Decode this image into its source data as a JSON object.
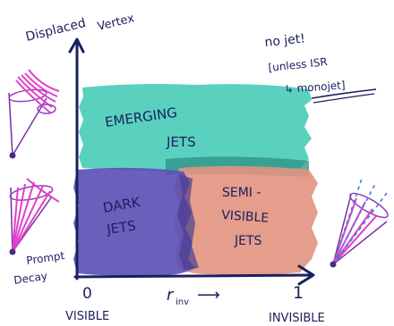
{
  "axes": {
    "y_label_line1": "Displaced",
    "y_label_line2": "Vertex",
    "y_bottom_line1": "Prompt",
    "y_bottom_line2": "Decay",
    "x_label": "r",
    "x_label_sub": "inv",
    "x_arrow": "⟶",
    "x_zero": "0",
    "x_one": "1",
    "x_left": "VISIBLE",
    "x_right": "INVISIBLE"
  },
  "regions": {
    "emerging_line1": "EMERGING",
    "emerging_line2": "JETS",
    "dark_line1": "DARK",
    "dark_line2": "JETS",
    "semi_line1": "SEMI -",
    "semi_line2": "VISIBLE",
    "semi_line3": "JETS"
  },
  "note": {
    "line1": "no jet!",
    "line2": "[unless ISR",
    "line3": "↳ monojet]"
  },
  "colors": {
    "emerging": "#3dc9b4",
    "dark": "#5a4fb5",
    "semi": "#e29280",
    "ink": "#1a1f5e",
    "jet": "#e040c8"
  }
}
